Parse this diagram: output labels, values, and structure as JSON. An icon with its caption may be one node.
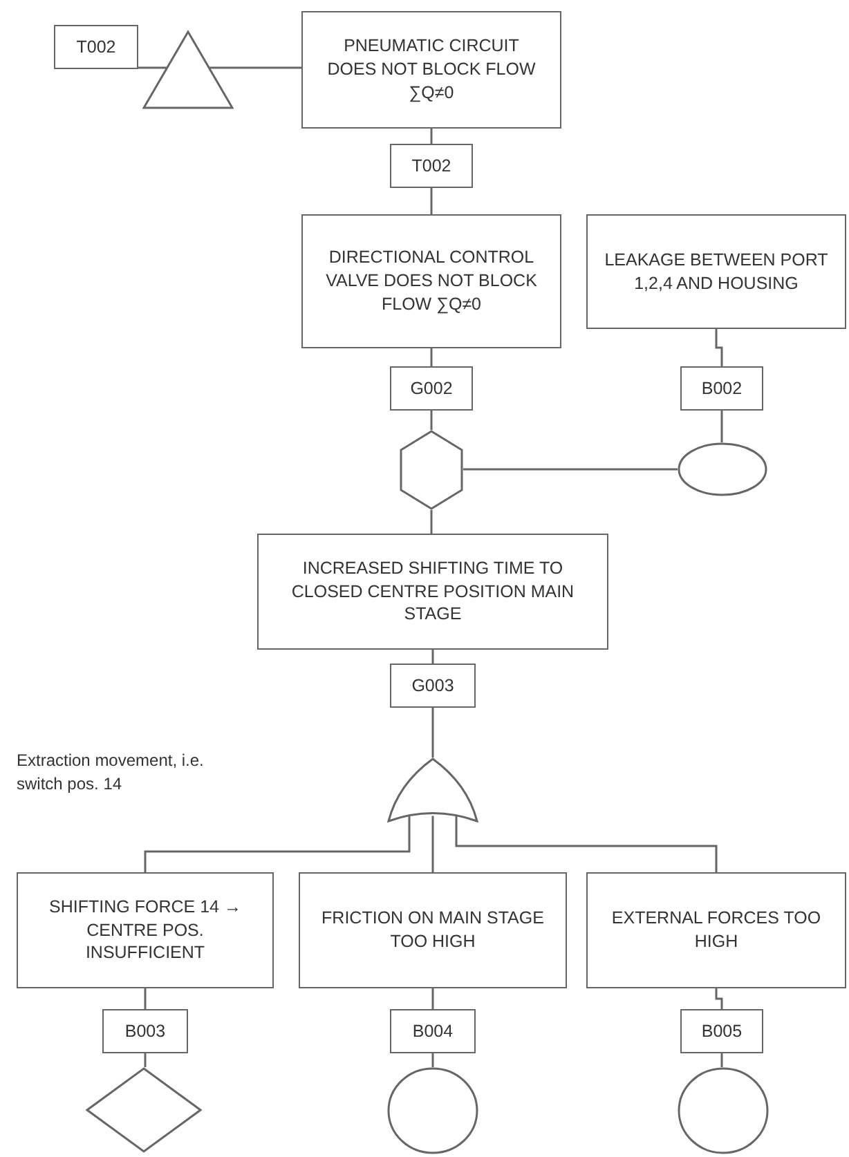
{
  "diagram": {
    "nodes": [
      {
        "text": [
          "T002"
        ]
      },
      {
        "text": [],
        "shape": "triangle"
      },
      {
        "text": [
          "PNEUMATIC CIRCUIT DOES NOT BLOCK FLOW ∑Q≠0"
        ]
      },
      {
        "text": [
          "T002"
        ]
      },
      {
        "text": [
          "DIRECTIONAL CONTROL VALVE DOES NOT BLOCK FLOW ∑Q≠0"
        ]
      },
      {
        "text": [
          "G002"
        ]
      },
      {
        "text": [
          "LEAKAGE BETWEEN PORT 1,2,4 AND HOUSING"
        ]
      },
      {
        "text": [
          "B002"
        ]
      },
      {
        "text": [],
        "shape": "hexagon"
      },
      {
        "text": [],
        "shape": "ellipse"
      },
      {
        "text": [
          "INCREASED SHIFTING TIME TO CLOSED CENTRE POSITION MAIN STAGE"
        ]
      },
      {
        "text": [
          "G003"
        ]
      },
      {
        "text": [],
        "shape": "gate"
      },
      {
        "text": [
          "SHIFTING FORCE 14 → CENTRE POS. INSUFFICIENT"
        ]
      },
      {
        "text": [
          "FRICTION ON MAIN STAGE TOO HIGH"
        ]
      },
      {
        "text": [
          "EXTERNAL FORCES TOO HIGH"
        ]
      },
      {
        "text": [
          "B003"
        ]
      },
      {
        "text": [],
        "shape": "diamond"
      },
      {
        "text": [
          "B004"
        ]
      },
      {
        "text": [],
        "shape": "circle"
      },
      {
        "text": [
          "B005"
        ]
      },
      {
        "text": [],
        "shape": "circle"
      }
    ],
    "edges": [
      {
        "from": 0,
        "to": 1,
        "arrow": "none"
      },
      {
        "from": 1,
        "to": 2,
        "arrow": "none"
      },
      {
        "from": 2,
        "to": 3,
        "arrow": "none"
      },
      {
        "from": 3,
        "to": 4,
        "arrow": "none"
      },
      {
        "from": 4,
        "to": 5,
        "arrow": "none"
      },
      {
        "from": 5,
        "to": 8,
        "arrow": "none"
      },
      {
        "from": 6,
        "to": 7,
        "arrow": "none"
      },
      {
        "from": 7,
        "to": 9,
        "arrow": "none"
      },
      {
        "from": 9,
        "to": 8,
        "arrow": "none"
      },
      {
        "from": 8,
        "to": 10,
        "arrow": "none"
      },
      {
        "from": 10,
        "to": 11,
        "arrow": "none"
      },
      {
        "from": 11,
        "to": 12,
        "arrow": "none"
      },
      {
        "from": 12,
        "to": 13,
        "arrow": "none"
      },
      {
        "from": 12,
        "to": 14,
        "arrow": "none"
      },
      {
        "from": 12,
        "to": 15,
        "arrow": "none"
      },
      {
        "from": 13,
        "to": 16,
        "arrow": "none"
      },
      {
        "from": 16,
        "to": 17,
        "arrow": "none"
      },
      {
        "from": 14,
        "to": 18,
        "arrow": "none"
      },
      {
        "from": 18,
        "to": 19,
        "arrow": "none"
      },
      {
        "from": 15,
        "to": 20,
        "arrow": "none"
      },
      {
        "from": 20,
        "to": 21,
        "arrow": "none"
      }
    ],
    "labels": [
      "Extraction movement, i.e. switch pos. 14"
    ]
  }
}
